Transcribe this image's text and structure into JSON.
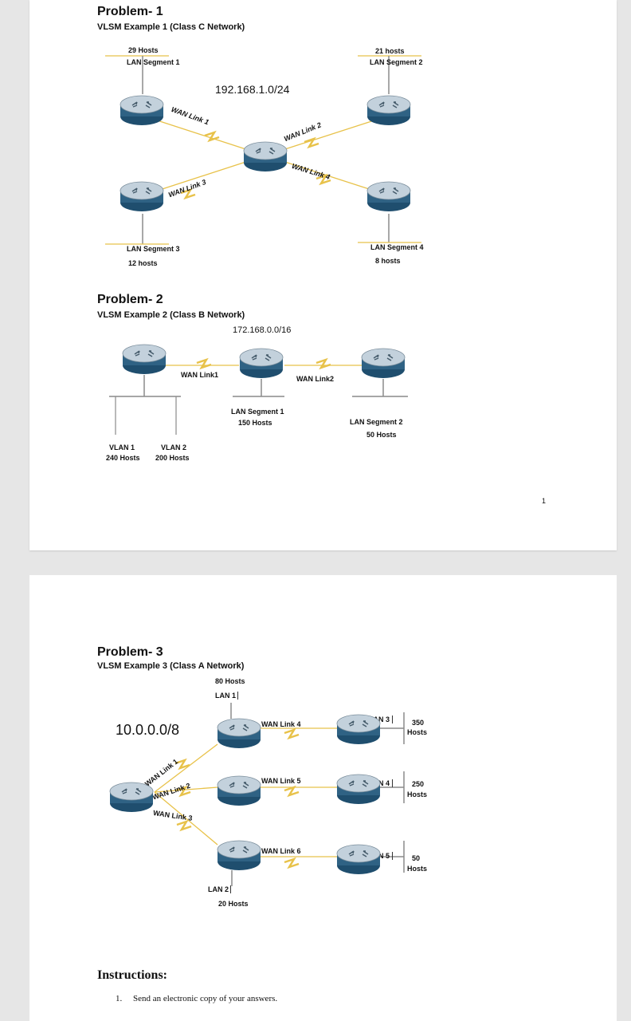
{
  "problem1": {
    "title": "Problem- 1",
    "subtitle": "VLSM Example 1 (Class C Network)",
    "network": "192.168.1.0/24",
    "lan1_hosts": "29 Hosts",
    "lan1_label": "LAN Segment 1",
    "lan2_hosts": "21 hosts",
    "lan2_label": "LAN Segment 2",
    "lan3_label": "LAN Segment 3",
    "lan3_hosts": "12 hosts",
    "lan4_label": "LAN Segment 4",
    "lan4_hosts": "8 hosts",
    "wan1": "WAN Link 1",
    "wan2": "WAN Link 2",
    "wan3": "WAN Link 3",
    "wan4": "WAN Link 4"
  },
  "problem2": {
    "title": "Problem- 2",
    "subtitle": "VLSM Example 2 (Class B Network)",
    "network": "172.168.0.0/16",
    "wan1": "WAN Link1",
    "wan2": "WAN Link2",
    "lan1_label": "LAN Segment 1",
    "lan1_hosts": "150 Hosts",
    "lan2_label": "LAN Segment 2",
    "lan2_hosts": "50 Hosts",
    "vlan1": "VLAN 1",
    "vlan2": "VLAN 2",
    "vlan1_hosts": "240 Hosts",
    "vlan2_hosts": "200 Hosts"
  },
  "page_number": "1",
  "problem3": {
    "title": "Problem- 3",
    "subtitle": "VLSM Example 3 (Class A Network)",
    "network": "10.0.0.0/8",
    "lan1_hosts": "80 Hosts",
    "lan1": "LAN 1",
    "lan2": "LAN 2",
    "lan2_hosts": "20 Hosts",
    "lan3": "LAN 3",
    "lan3_hosts_num": "350",
    "lan3_hosts_word": "Hosts",
    "lan4": "LAN 4",
    "lan4_hosts_num": "250",
    "lan4_hosts_word": "Hosts",
    "lan5": "LAN 5",
    "lan5_hosts_num": "50",
    "lan5_hosts_word": "Hosts",
    "wan1": "WAN Link 1",
    "wan2": "WAN Link 2",
    "wan3": "WAN Link 3",
    "wan4": "WAN Link 4",
    "wan5": "WAN Link 5",
    "wan6": "WAN Link 6"
  },
  "instructions": {
    "heading": "Instructions:",
    "item1_number": "1.",
    "item1_text": "Send an electronic copy of your answers."
  },
  "colors": {
    "router_top": "#b9c8d4",
    "router_side": "#1f4e6e",
    "wan_link": "#e8c24a",
    "cable": "#8a8a8a"
  },
  "icons": [
    "router-icon",
    "wan-link-zigzag-icon",
    "switch-bar-icon"
  ]
}
